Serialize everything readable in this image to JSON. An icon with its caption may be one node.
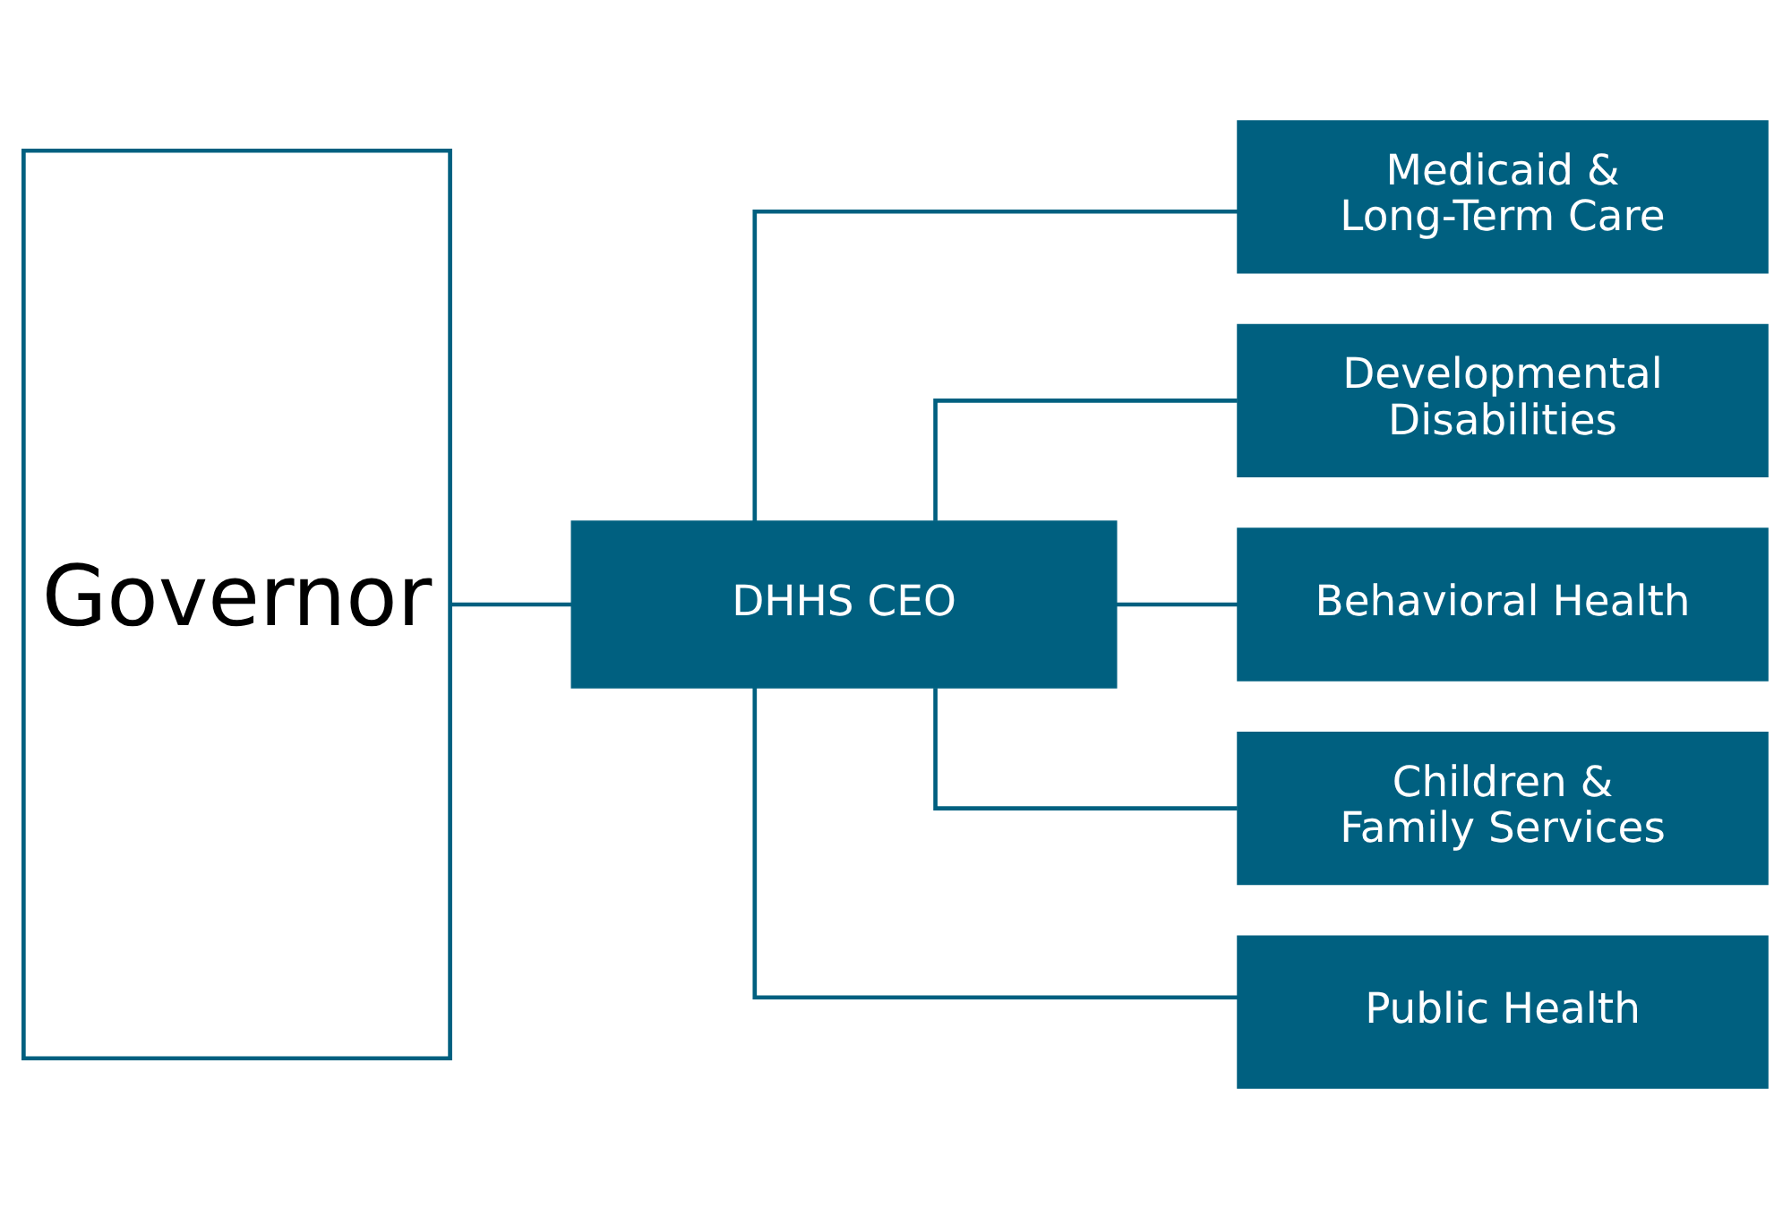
{
  "diagram": {
    "nodes": [
      {
        "text": [
          "Governor"
        ]
      },
      {
        "text": [
          "DHHS CEO"
        ]
      },
      {
        "text": [
          "Medicaid & Long-Term Care"
        ]
      },
      {
        "text": [
          "Developmental Disabilities"
        ]
      },
      {
        "text": [
          "Behavioral Health"
        ]
      },
      {
        "text": [
          "Children & Family Services"
        ]
      },
      {
        "text": [
          "Public Health"
        ]
      }
    ],
    "edges": [
      {
        "from": 0,
        "to": 1,
        "arrow": "none"
      },
      {
        "from": 1,
        "to": 2,
        "arrow": "none"
      },
      {
        "from": 1,
        "to": 3,
        "arrow": "none"
      },
      {
        "from": 1,
        "to": 4,
        "arrow": "none"
      },
      {
        "from": 1,
        "to": 5,
        "arrow": "none"
      },
      {
        "from": 1,
        "to": 6,
        "arrow": "none"
      }
    ]
  }
}
